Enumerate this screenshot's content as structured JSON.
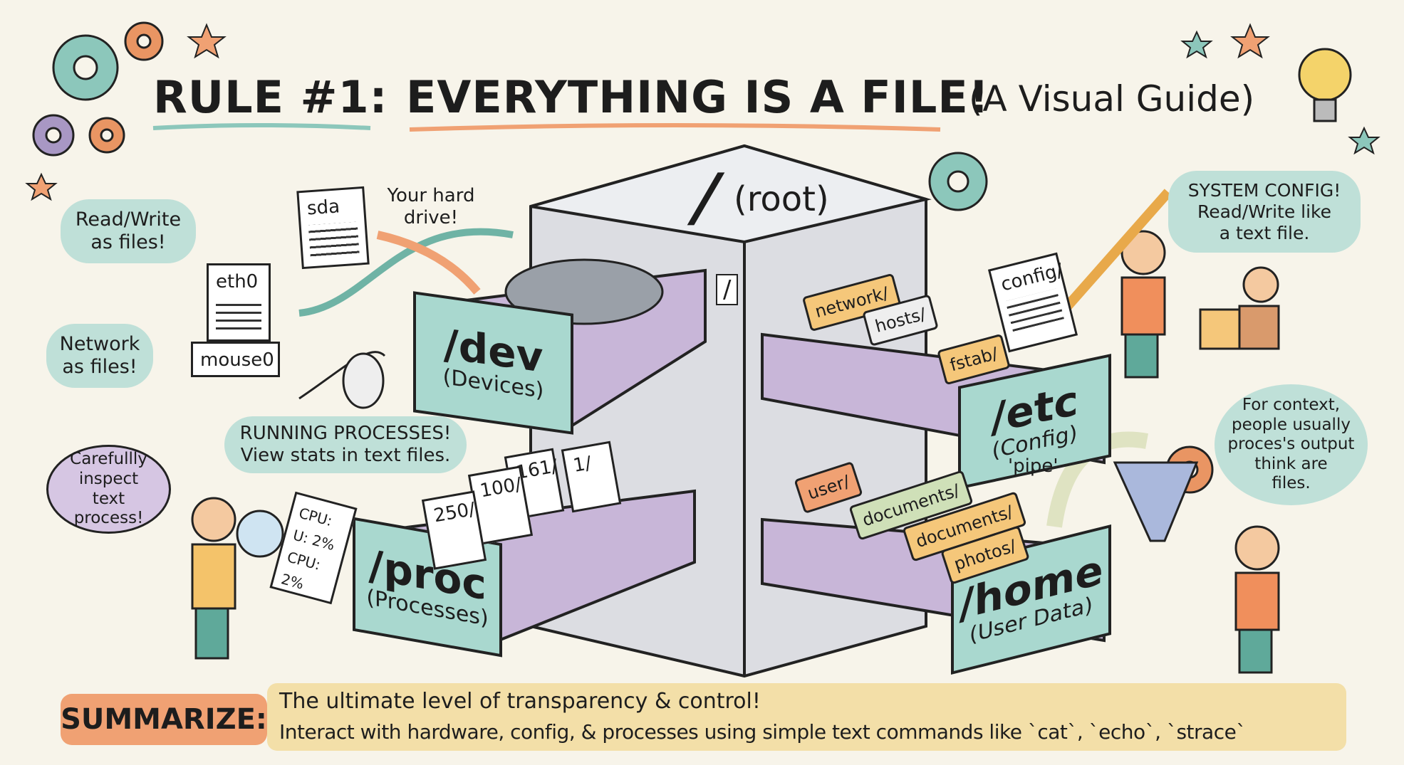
{
  "title": {
    "rule": "RULE #1:",
    "main": "EVERYTHING IS A FILE!",
    "sub": "(A Visual Guide)"
  },
  "cabinet": {
    "root_slash": "/",
    "root_label": "(root)",
    "side_slash": "/"
  },
  "drawers": [
    {
      "path": "/dev",
      "desc": "(Devices)"
    },
    {
      "path": "/etc",
      "desc": "(Config)"
    },
    {
      "path": "/proc",
      "desc": "(Processes)"
    },
    {
      "path": "/home",
      "desc": "(User Data)"
    }
  ],
  "device_files": {
    "sda": "sda",
    "eth0": "eth0",
    "mouse0": "mouse0"
  },
  "hard_drive_note": "Your hard drive!",
  "bubbles": {
    "read_write": "Read/Write as files!",
    "network": "Network as files!",
    "carefully": "Carefullly inspect text process!",
    "running": [
      "RUNNING PROCESSES!",
      "View stats in text files."
    ],
    "system_config": [
      "SYSTEM CONFIG!",
      "Read/Write like",
      "a text file."
    ],
    "context": [
      "For context,",
      "people usually",
      "proces's output",
      "think are",
      "files."
    ]
  },
  "etc_files": [
    "network/",
    "hosts/",
    "fstab/",
    "config/"
  ],
  "proc_files": [
    "1/",
    "161/",
    "100/",
    "250/"
  ],
  "cpu_sheet": [
    "CPU:",
    "U: 2%",
    "CPU: 2%"
  ],
  "home_files": [
    "user/",
    "documents/",
    "documents/",
    "photos/"
  ],
  "pipe_label": "'pipe'",
  "summary": {
    "badge": "SUMMARIZE:",
    "line1": "The ultimate level of transparency & control!",
    "line2": "Interact with hardware, config, & processes using simple text commands like `cat`, `echo`, `strace`"
  },
  "colors": {
    "background": "#f7f4ea",
    "teal": "#a9d8cf",
    "orange": "#f0a173",
    "purple": "#c8b6d8",
    "yellow": "#f3dfa8",
    "folder": "#f5c77a"
  }
}
